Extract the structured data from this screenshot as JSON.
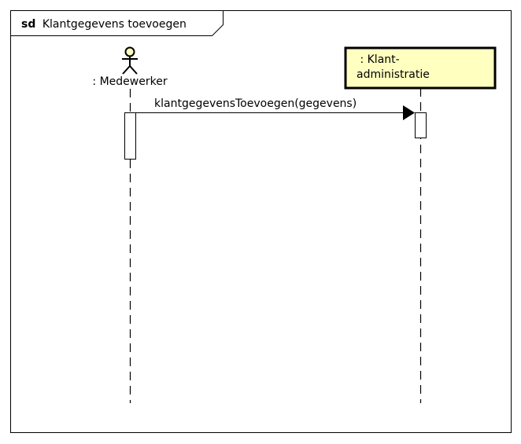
{
  "frame": {
    "keyword": "sd",
    "name": "Klantgegevens toevoegen"
  },
  "lifelines": [
    {
      "kind": "actor",
      "label": ": Medewerker"
    },
    {
      "kind": "object",
      "label_line1": " : Klant-",
      "label_line2": "administratie",
      "fill": "#ffffc0"
    }
  ],
  "messages": [
    {
      "label": "klantgegevensToevoegen(gegevens)",
      "type": "synchronous"
    }
  ]
}
